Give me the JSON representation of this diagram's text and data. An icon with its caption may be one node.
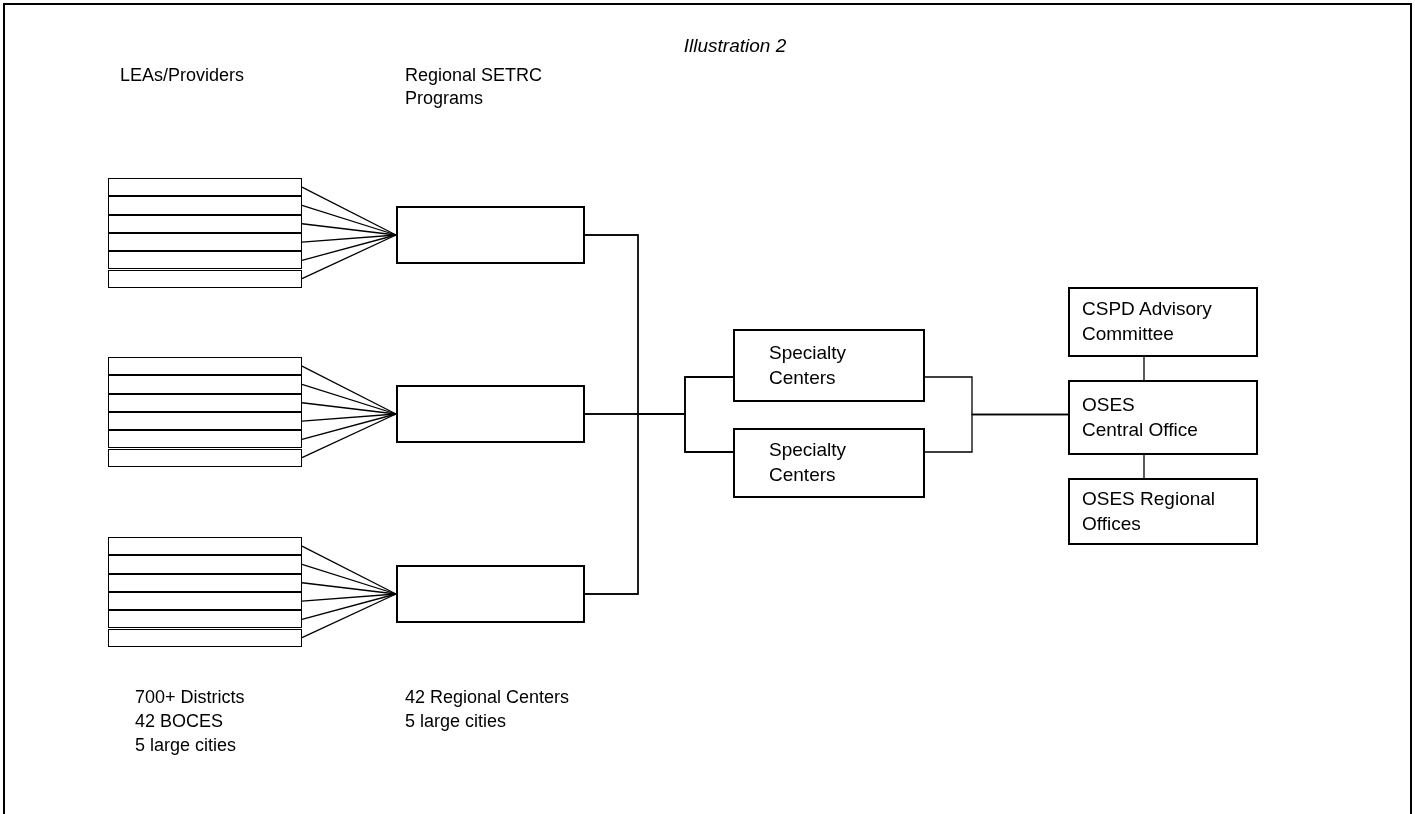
{
  "diagram": {
    "title": "Illustration 2",
    "nodes": [
      {
        "text": [],
        "shape": "box"
      },
      {
        "text": [],
        "shape": "box"
      },
      {
        "text": [],
        "shape": "box"
      },
      {
        "text": [],
        "shape": "box"
      },
      {
        "text": [],
        "shape": "box"
      },
      {
        "text": [],
        "shape": "box"
      },
      {
        "text": [],
        "shape": "box"
      },
      {
        "text": [],
        "shape": "box"
      },
      {
        "text": [],
        "shape": "box"
      },
      {
        "text": [],
        "shape": "box"
      },
      {
        "text": [],
        "shape": "box"
      },
      {
        "text": [],
        "shape": "box"
      },
      {
        "text": [],
        "shape": "box"
      },
      {
        "text": [],
        "shape": "box"
      },
      {
        "text": [],
        "shape": "box"
      },
      {
        "text": [],
        "shape": "box"
      },
      {
        "text": [],
        "shape": "box"
      },
      {
        "text": [],
        "shape": "box"
      },
      {
        "text": [],
        "shape": "box"
      },
      {
        "text": [],
        "shape": "box"
      },
      {
        "text": [],
        "shape": "box"
      },
      {
        "text": [
          "Specialty Centers"
        ]
      },
      {
        "text": [
          "Specialty Centers"
        ]
      },
      {
        "text": [
          "CSPD Advisory Committee"
        ]
      },
      {
        "text": [
          "OSES",
          "Central Office"
        ]
      },
      {
        "text": [
          "OSES Regional Offices"
        ]
      }
    ],
    "edges": [
      {
        "from": 0,
        "to": 18,
        "arrow": "none"
      },
      {
        "from": 1,
        "to": 18,
        "arrow": "none"
      },
      {
        "from": 2,
        "to": 18,
        "arrow": "none"
      },
      {
        "from": 3,
        "to": 18,
        "arrow": "none"
      },
      {
        "from": 4,
        "to": 18,
        "arrow": "none"
      },
      {
        "from": 5,
        "to": 18,
        "arrow": "none"
      },
      {
        "from": 6,
        "to": 19,
        "arrow": "none"
      },
      {
        "from": 7,
        "to": 19,
        "arrow": "none"
      },
      {
        "from": 8,
        "to": 19,
        "arrow": "none"
      },
      {
        "from": 9,
        "to": 19,
        "arrow": "none"
      },
      {
        "from": 10,
        "to": 19,
        "arrow": "none"
      },
      {
        "from": 11,
        "to": 19,
        "arrow": "none"
      },
      {
        "from": 12,
        "to": 20,
        "arrow": "none"
      },
      {
        "from": 13,
        "to": 20,
        "arrow": "none"
      },
      {
        "from": 14,
        "to": 20,
        "arrow": "none"
      },
      {
        "from": 15,
        "to": 20,
        "arrow": "none"
      },
      {
        "from": 16,
        "to": 20,
        "arrow": "none"
      },
      {
        "from": 17,
        "to": 20,
        "arrow": "none"
      },
      {
        "from": 18,
        "to": 21,
        "arrow": "none"
      },
      {
        "from": 18,
        "to": 22,
        "arrow": "none"
      },
      {
        "from": 19,
        "to": 21,
        "arrow": "none"
      },
      {
        "from": 19,
        "to": 22,
        "arrow": "none"
      },
      {
        "from": 20,
        "to": 21,
        "arrow": "none"
      },
      {
        "from": 20,
        "to": 22,
        "arrow": "none"
      },
      {
        "from": 21,
        "to": 24,
        "arrow": "none"
      },
      {
        "from": 22,
        "to": 24,
        "arrow": "none"
      },
      {
        "from": 23,
        "to": 24,
        "arrow": "none"
      },
      {
        "from": 24,
        "to": 25,
        "arrow": "none"
      }
    ],
    "labels": [
      "LEAs/Providers",
      "Regional SETRC Programs",
      "700+ Districts",
      "42 BOCES",
      "5 large cities",
      "42 Regional Centers",
      "5 large cities"
    ]
  }
}
